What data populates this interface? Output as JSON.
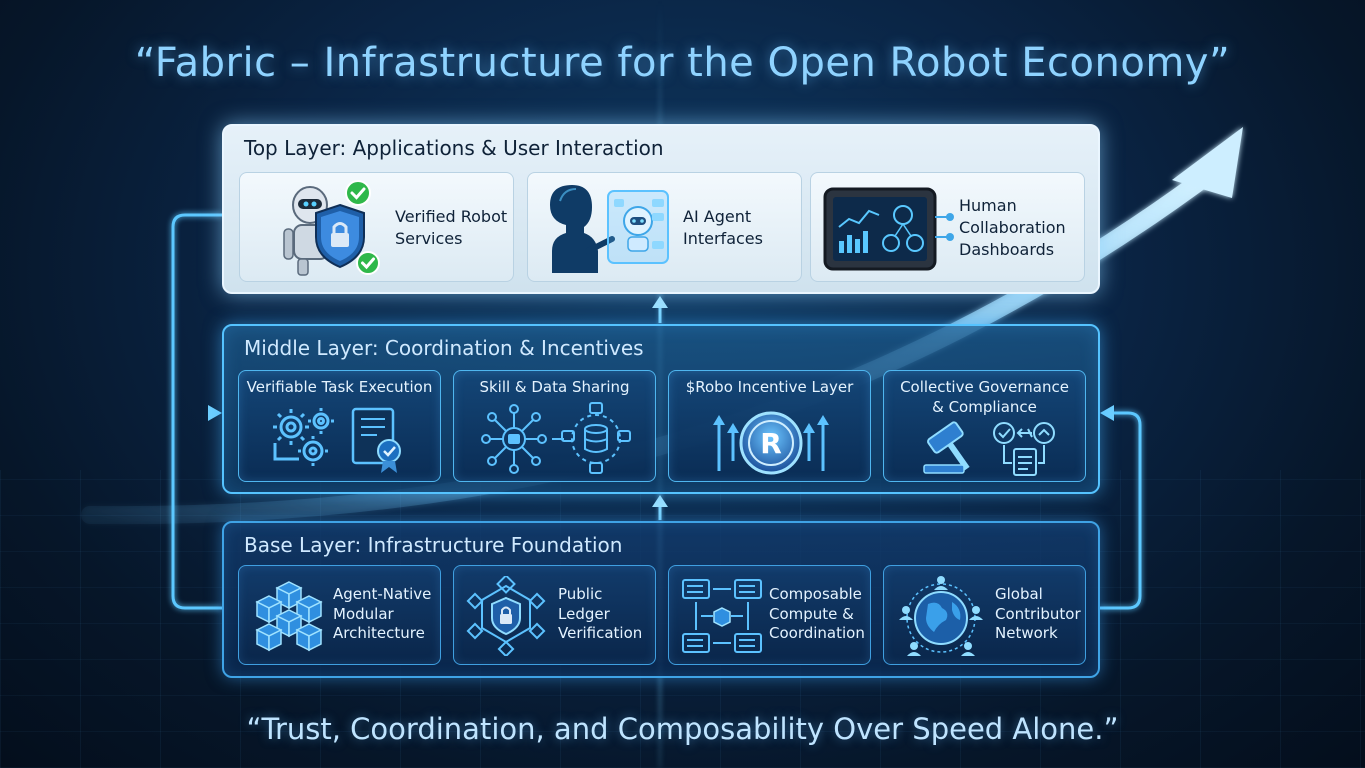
{
  "title": "“Fabric – Infrastructure for the Open Robot Economy”",
  "tagline": "“Trust, Coordination, and Composability Over Speed Alone.”",
  "colors": {
    "accent": "#55c3ff",
    "glow": "#8fd3ff",
    "background": "#0a2444",
    "check": "#2fb84a"
  },
  "top_layer": {
    "title": "Top Layer: Applications & User Interaction",
    "cards": [
      {
        "label": "Verified Robot\nServices",
        "icon": "robot-shield-icon"
      },
      {
        "label": "AI Agent\nInterfaces",
        "icon": "human-ai-interface-icon"
      },
      {
        "label": "Human\nCollaboration\nDashboards",
        "icon": "tablet-dashboard-icon"
      }
    ]
  },
  "middle_layer": {
    "title": "Middle Layer: Coordination & Incentives",
    "cards": [
      {
        "label": "Verifiable Task Execution",
        "icon": "gears-certificate-icon"
      },
      {
        "label": "Skill & Data Sharing",
        "icon": "network-database-icon"
      },
      {
        "label": "$Robo Incentive Layer",
        "icon": "robo-coin-icon",
        "coin_letter": "R"
      },
      {
        "label": "Collective Governance\n& Compliance",
        "icon": "gavel-compliance-icon"
      }
    ]
  },
  "base_layer": {
    "title": "Base Layer: Infrastructure Foundation",
    "cards": [
      {
        "label": "Agent-Native\nModular\nArchitecture",
        "icon": "modular-cubes-icon"
      },
      {
        "label": "Public\nLedger\nVerification",
        "icon": "ledger-lock-icon"
      },
      {
        "label": "Composable\nCompute &\nCoordination",
        "icon": "compute-servers-icon"
      },
      {
        "label": "Global\nContributor\nNetwork",
        "icon": "globe-network-icon"
      }
    ]
  }
}
